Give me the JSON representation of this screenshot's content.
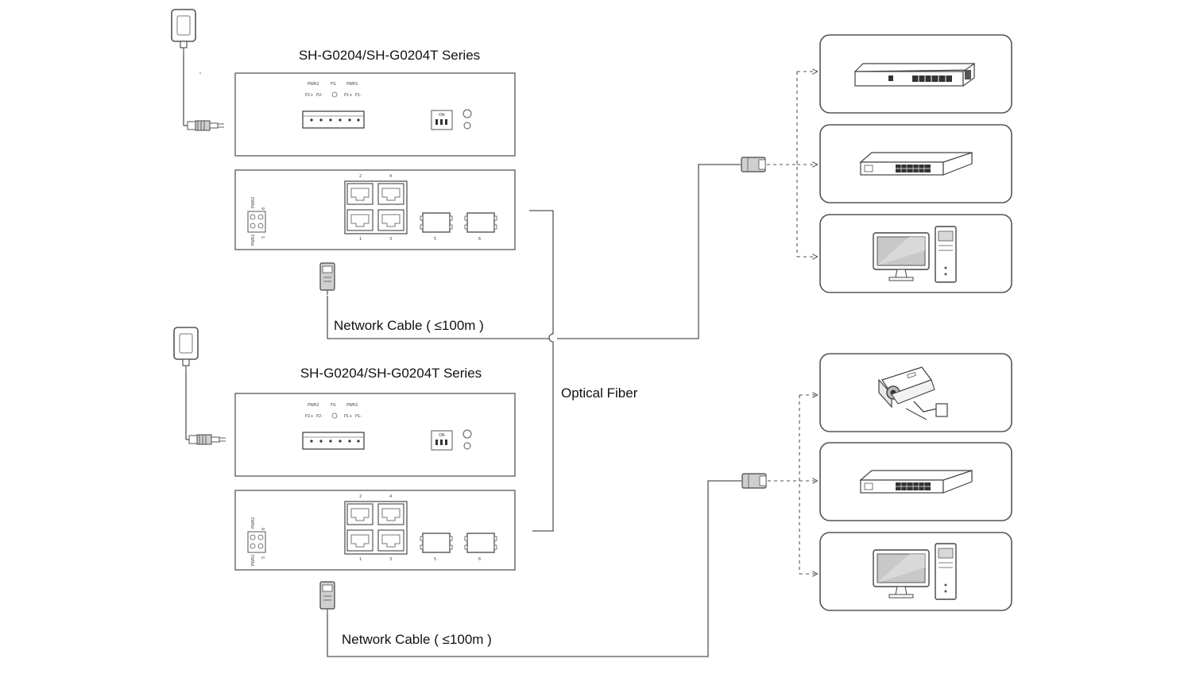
{
  "switches": [
    {
      "title": "SH-G0204/SH-G0204T Series",
      "cable_label": "Network Cable ( ≤100m )"
    },
    {
      "title": "SH-G0204/SH-G0204T Series",
      "cable_label": "Network Cable ( ≤100m )"
    }
  ],
  "fiber_label": "Optical Fiber",
  "panel_text": {
    "pwr2": "PWR2",
    "fg": "FG",
    "pwr1": "PWR1",
    "p2p": "P2+",
    "p2m": "P2-",
    "p1p": "P1+",
    "p1m": "P1-",
    "on": "ON",
    "port2": "2",
    "port4": "4",
    "port1": "1",
    "port3": "3",
    "port5": "5",
    "port6": "6"
  },
  "devices_top": [
    {
      "icon": "poe-switch-icon"
    },
    {
      "icon": "network-switch-icon"
    },
    {
      "icon": "computer-icon"
    }
  ],
  "devices_bottom": [
    {
      "icon": "cctv-camera-icon"
    },
    {
      "icon": "network-switch-icon"
    },
    {
      "icon": "computer-icon"
    }
  ]
}
